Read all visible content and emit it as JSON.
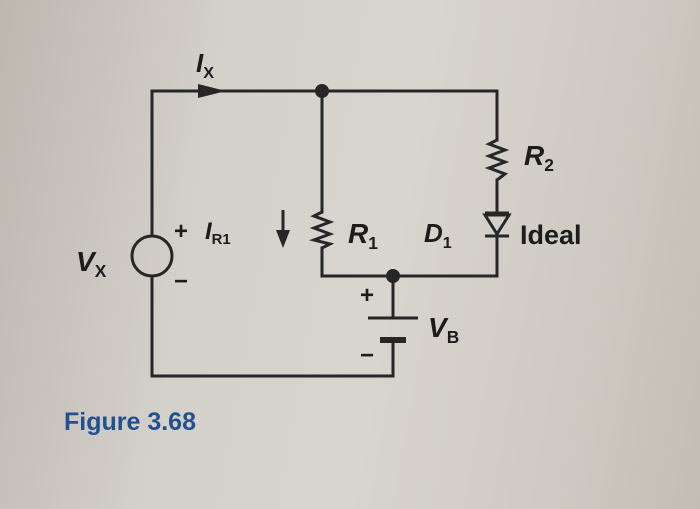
{
  "diagram": {
    "labels": {
      "ix_label": "I",
      "ix_sub": "X",
      "r2_label": "R",
      "r2_sub": "2",
      "ir1_label": "I",
      "ir1_sub": "R1",
      "r1_label": "R",
      "r1_sub": "1",
      "d1_label": "D",
      "d1_sub": "1",
      "ideal_label": "Ideal",
      "vx_label": "V",
      "vx_sub": "X",
      "vb_label": "V",
      "vb_sub": "B",
      "vx_plus": "+",
      "vx_minus": "−",
      "vb_plus": "+",
      "vb_minus": "−"
    },
    "caption": "Figure 3.68"
  },
  "colors": {
    "wire": "#262626",
    "caption": "#23508f",
    "paper": "#d4d0ca"
  }
}
